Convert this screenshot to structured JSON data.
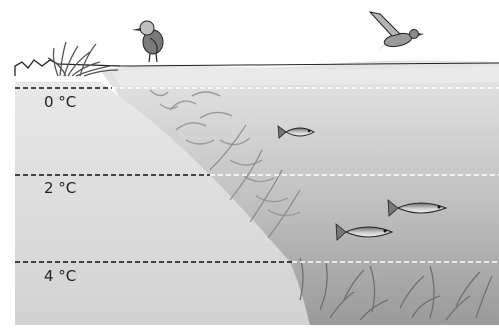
{
  "diagram": {
    "temperature_levels": [
      {
        "label": "0 °C"
      },
      {
        "label": "2 °C"
      },
      {
        "label": "4 °C"
      }
    ],
    "colors": {
      "water_surface": "#e2e2e2",
      "water_deep": "#9c9c9c",
      "bank": "#d6d6d6",
      "vegetation": "#7a7a7a",
      "fish": "#8f8f8f",
      "dashed_line": "#111111"
    },
    "icons": [
      "kingfisher-bird-icon",
      "flying-duck-icon",
      "fish-icon",
      "reeds-icon",
      "water-plants-icon"
    ]
  }
}
